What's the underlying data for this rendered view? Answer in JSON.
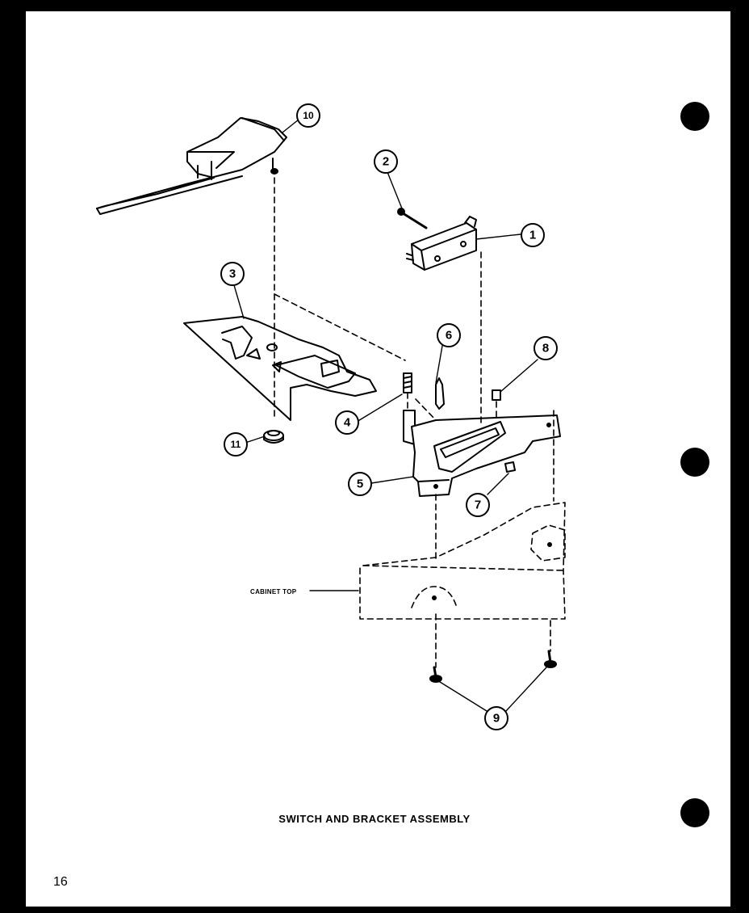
{
  "diagram": {
    "caption": "SWITCH AND BRACKET ASSEMBLY",
    "page_number": "16",
    "cabinet_label": "CABINET TOP",
    "callouts": [
      "1",
      "2",
      "3",
      "4",
      "5",
      "6",
      "7",
      "8",
      "9",
      "9",
      "10",
      "11"
    ]
  }
}
